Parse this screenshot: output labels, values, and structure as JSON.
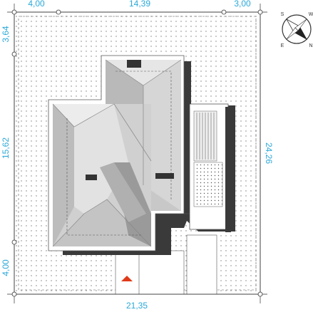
{
  "plan": {
    "dimensions": {
      "top_left": "4,00",
      "top_middle": "14,39",
      "top_right": "3,00",
      "bottom": "21,35",
      "left_top": "3,64",
      "left_middle": "15,62",
      "left_bottom": "4,00",
      "right": "24,26"
    },
    "compass": {
      "north": "N",
      "south": "S",
      "east": "E",
      "west": "W"
    },
    "colors": {
      "dimension": "#2aa8d8",
      "entrance_marker": "#e03a1a",
      "roof_light": "#e2e2e2",
      "roof_mid": "#c8c8c8",
      "roof_dark": "#9a9a9a",
      "shadow": "#3a3a3a"
    }
  }
}
